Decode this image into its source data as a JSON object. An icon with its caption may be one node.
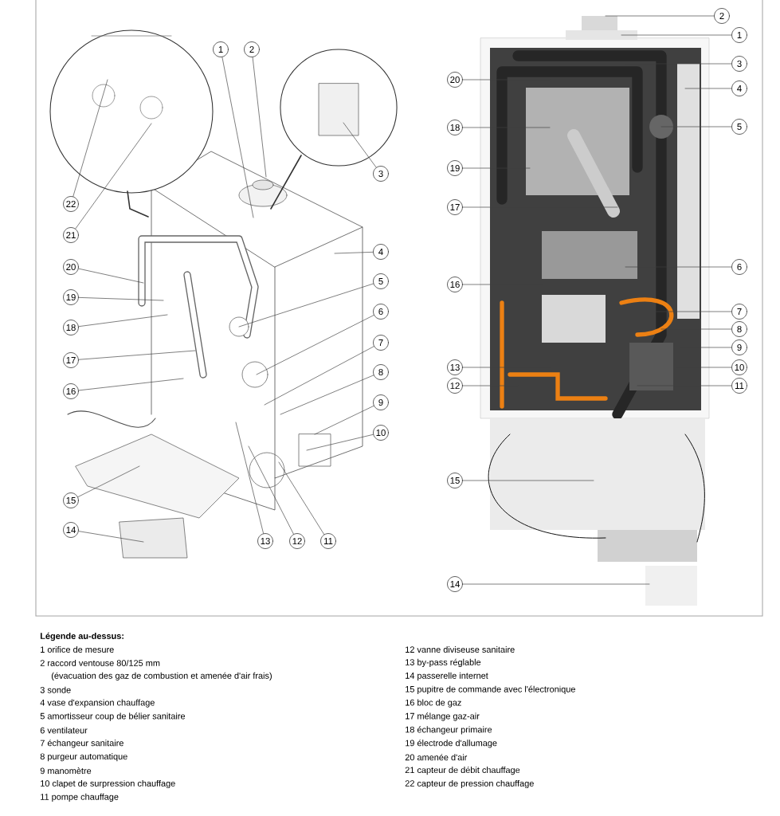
{
  "diagram": {
    "nodes": [
      {
        "text": [
          "1"
        ]
      },
      {
        "text": [
          "2"
        ]
      },
      {
        "text": [
          "3"
        ]
      },
      {
        "text": [
          "4"
        ]
      },
      {
        "text": [
          "5"
        ]
      },
      {
        "text": [
          "6"
        ]
      },
      {
        "text": [
          "7"
        ]
      },
      {
        "text": [
          "8"
        ]
      },
      {
        "text": [
          "9"
        ]
      },
      {
        "text": [
          "10"
        ]
      },
      {
        "text": [
          "11"
        ]
      },
      {
        "text": [
          "12"
        ]
      },
      {
        "text": [
          "13"
        ]
      },
      {
        "text": [
          "14"
        ]
      },
      {
        "text": [
          "15"
        ]
      },
      {
        "text": [
          "16"
        ]
      },
      {
        "text": [
          "17"
        ]
      },
      {
        "text": [
          "18"
        ]
      },
      {
        "text": [
          "19"
        ]
      },
      {
        "text": [
          "20"
        ]
      },
      {
        "text": [
          "21"
        ]
      },
      {
        "text": [
          "22"
        ]
      },
      {
        "text": [
          "2"
        ]
      },
      {
        "text": [
          "1"
        ]
      },
      {
        "text": [
          "3"
        ]
      },
      {
        "text": [
          "4"
        ]
      },
      {
        "text": [
          "5"
        ]
      },
      {
        "text": [
          "6"
        ]
      },
      {
        "text": [
          "7"
        ]
      },
      {
        "text": [
          "8"
        ]
      },
      {
        "text": [
          "9"
        ]
      },
      {
        "text": [
          "10"
        ]
      },
      {
        "text": [
          "11"
        ]
      },
      {
        "text": [
          "12"
        ]
      },
      {
        "text": [
          "13"
        ]
      },
      {
        "text": [
          "14"
        ]
      },
      {
        "text": [
          "15"
        ]
      },
      {
        "text": [
          "16"
        ]
      },
      {
        "text": [
          "17"
        ]
      },
      {
        "text": [
          "18"
        ]
      },
      {
        "text": [
          "19"
        ]
      },
      {
        "text": [
          "20"
        ]
      }
    ],
    "edges": [
      {
        "from": 0,
        "to": null,
        "arrow": "none"
      },
      {
        "from": 1,
        "to": null,
        "arrow": "none"
      },
      {
        "from": 2,
        "to": null,
        "arrow": "none"
      },
      {
        "from": 3,
        "to": null,
        "arrow": "none"
      },
      {
        "from": 4,
        "to": null,
        "arrow": "none"
      },
      {
        "from": 5,
        "to": null,
        "arrow": "none"
      },
      {
        "from": 6,
        "to": null,
        "arrow": "none"
      },
      {
        "from": 7,
        "to": null,
        "arrow": "none"
      },
      {
        "from": 8,
        "to": null,
        "arrow": "none"
      },
      {
        "from": 9,
        "to": null,
        "arrow": "none"
      },
      {
        "from": 10,
        "to": null,
        "arrow": "none"
      },
      {
        "from": 11,
        "to": null,
        "arrow": "none"
      },
      {
        "from": 12,
        "to": null,
        "arrow": "none"
      },
      {
        "from": 13,
        "to": null,
        "arrow": "none"
      },
      {
        "from": 14,
        "to": null,
        "arrow": "none"
      },
      {
        "from": 15,
        "to": null,
        "arrow": "none"
      },
      {
        "from": 16,
        "to": null,
        "arrow": "none"
      },
      {
        "from": 17,
        "to": null,
        "arrow": "none"
      },
      {
        "from": 18,
        "to": null,
        "arrow": "none"
      },
      {
        "from": 19,
        "to": null,
        "arrow": "none"
      },
      {
        "from": 20,
        "to": null,
        "arrow": "none"
      },
      {
        "from": 21,
        "to": null,
        "arrow": "none"
      },
      {
        "from": 22,
        "to": null,
        "arrow": "none"
      },
      {
        "from": 23,
        "to": null,
        "arrow": "none"
      },
      {
        "from": 24,
        "to": null,
        "arrow": "none"
      },
      {
        "from": 25,
        "to": null,
        "arrow": "none"
      },
      {
        "from": 26,
        "to": null,
        "arrow": "none"
      },
      {
        "from": 27,
        "to": null,
        "arrow": "none"
      },
      {
        "from": 28,
        "to": null,
        "arrow": "none"
      },
      {
        "from": 29,
        "to": null,
        "arrow": "none"
      },
      {
        "from": 30,
        "to": null,
        "arrow": "none"
      },
      {
        "from": 31,
        "to": null,
        "arrow": "none"
      },
      {
        "from": 32,
        "to": null,
        "arrow": "none"
      },
      {
        "from": 33,
        "to": null,
        "arrow": "none"
      },
      {
        "from": 34,
        "to": null,
        "arrow": "none"
      },
      {
        "from": 35,
        "to": null,
        "arrow": "none"
      },
      {
        "from": 36,
        "to": null,
        "arrow": "none"
      },
      {
        "from": 37,
        "to": null,
        "arrow": "none"
      },
      {
        "from": 38,
        "to": null,
        "arrow": "none"
      },
      {
        "from": 39,
        "to": null,
        "arrow": "none"
      },
      {
        "from": 40,
        "to": null,
        "arrow": "none"
      },
      {
        "from": 41,
        "to": null,
        "arrow": "none"
      }
    ],
    "labels": [
      "Légende au-dessus:",
      "1 orifice de mesure",
      "2 raccord ventouse 80/125 mm",
      "(évacuation des gaz de combustion et amenée d'air frais)",
      "3 sonde",
      "4 vase d'expansion chauffage",
      "5 amortisseur coup de bélier sanitaire",
      "6 ventilateur",
      "7 échangeur sanitaire",
      "8 purgeur automatique",
      "9 manomètre",
      "10 clapet de surpression chauffage",
      "11 pompe chauffage",
      "12 vanne diviseuse sanitaire",
      "13 by-pass réglable",
      "14 passerelle internet",
      "15 pupitre de commande avec l'électronique",
      "16 bloc de gaz",
      "17 mélange gaz-air",
      "18 échangeur primaire",
      "19 électrode d'allumage",
      "20 amenée d'air",
      "21 capteur de débit chauffage",
      "22 capteur de pression chauffage"
    ]
  }
}
